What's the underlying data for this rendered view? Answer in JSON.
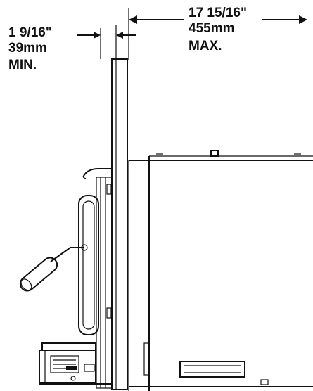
{
  "dimensions": {
    "min_clearance": {
      "imperial": "1 9/16\"",
      "metric": "39mm",
      "qualifier": "MIN."
    },
    "max_depth": {
      "imperial": "17 15/16\"",
      "metric": "455mm",
      "qualifier": "MAX."
    }
  }
}
